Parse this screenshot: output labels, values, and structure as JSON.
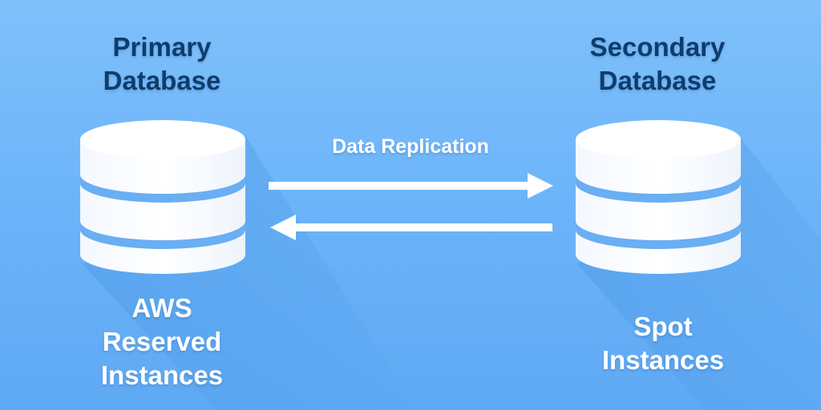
{
  "primary": {
    "title": "Primary\nDatabase",
    "caption": "AWS\nReserved\nInstances"
  },
  "secondary": {
    "title": "Secondary\nDatabase",
    "caption": "Spot\nInstances"
  },
  "connection": {
    "label": "Data Replication",
    "direction": "bidirectional"
  },
  "colors": {
    "background": "#6ab3f9",
    "title_text": "#0f3d6b",
    "caption_text": "#ffffff",
    "database_body": "#ffffff",
    "database_band": "#6aaef3",
    "arrow": "#ffffff"
  },
  "icons": {
    "primary_database": "database-icon",
    "secondary_database": "database-icon",
    "forward_arrow": "arrow-right-icon",
    "backward_arrow": "arrow-left-icon"
  }
}
